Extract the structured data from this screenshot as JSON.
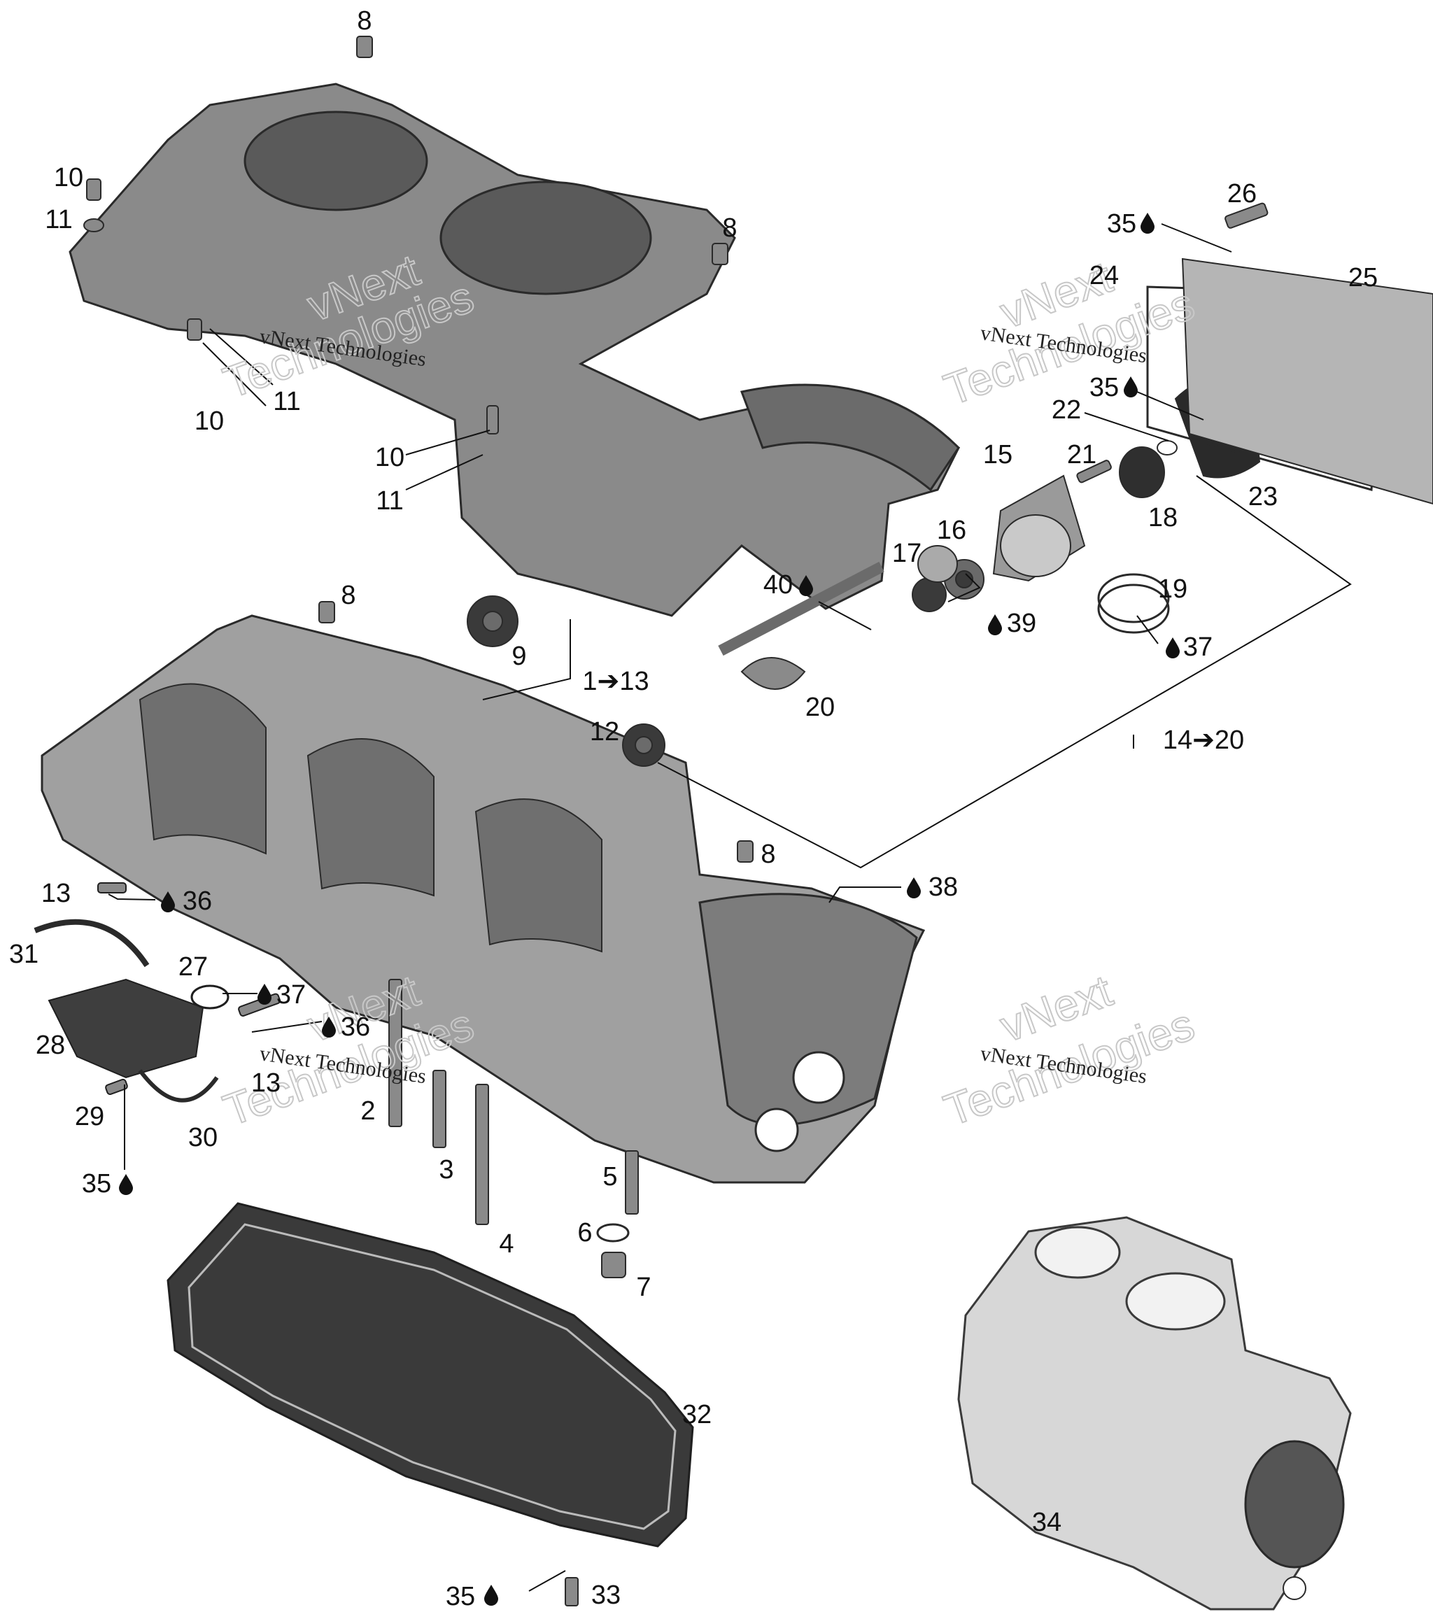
{
  "callouts": [
    {
      "id": "c8a",
      "text": "8"
    },
    {
      "id": "c10a",
      "text": "10"
    },
    {
      "id": "c11a",
      "text": "11"
    },
    {
      "id": "c8b",
      "text": "8"
    },
    {
      "id": "c10b",
      "text": "10"
    },
    {
      "id": "c11b",
      "text": "11"
    },
    {
      "id": "c10c",
      "text": "10"
    },
    {
      "id": "c11c",
      "text": "11"
    },
    {
      "id": "c26",
      "text": "26"
    },
    {
      "id": "c35a",
      "text": "35"
    },
    {
      "id": "c24",
      "text": "24"
    },
    {
      "id": "c25",
      "text": "25"
    },
    {
      "id": "c35b",
      "text": "35"
    },
    {
      "id": "c22",
      "text": "22"
    },
    {
      "id": "c15",
      "text": "15"
    },
    {
      "id": "c21",
      "text": "21"
    },
    {
      "id": "c23",
      "text": "23"
    },
    {
      "id": "c18",
      "text": "18"
    },
    {
      "id": "c16",
      "text": "16"
    },
    {
      "id": "c17",
      "text": "17"
    },
    {
      "id": "c40",
      "text": "40"
    },
    {
      "id": "c19",
      "text": "19"
    },
    {
      "id": "c39",
      "text": "39"
    },
    {
      "id": "c37a",
      "text": "37"
    },
    {
      "id": "c8c",
      "text": "8"
    },
    {
      "id": "c9",
      "text": "9"
    },
    {
      "id": "c1to13",
      "text": "1➔13"
    },
    {
      "id": "c20",
      "text": "20"
    },
    {
      "id": "c12",
      "text": "12"
    },
    {
      "id": "c14to20",
      "text": "14➔20"
    },
    {
      "id": "c8d",
      "text": "8"
    },
    {
      "id": "c13a",
      "text": "13"
    },
    {
      "id": "c36a",
      "text": "36"
    },
    {
      "id": "c38",
      "text": "38"
    },
    {
      "id": "c31",
      "text": "31"
    },
    {
      "id": "c27",
      "text": "27"
    },
    {
      "id": "c37b",
      "text": "37"
    },
    {
      "id": "c36b",
      "text": "36"
    },
    {
      "id": "c28",
      "text": "28"
    },
    {
      "id": "c13b",
      "text": "13"
    },
    {
      "id": "c2",
      "text": "2"
    },
    {
      "id": "c29",
      "text": "29"
    },
    {
      "id": "c30",
      "text": "30"
    },
    {
      "id": "c3",
      "text": "3"
    },
    {
      "id": "c35c",
      "text": "35"
    },
    {
      "id": "c5",
      "text": "5"
    },
    {
      "id": "c4",
      "text": "4"
    },
    {
      "id": "c6",
      "text": "6"
    },
    {
      "id": "c7",
      "text": "7"
    },
    {
      "id": "c32",
      "text": "32"
    },
    {
      "id": "c34",
      "text": "34"
    },
    {
      "id": "c35d",
      "text": "35"
    },
    {
      "id": "c33",
      "text": "33"
    }
  ],
  "watermark": {
    "brand": "vNext",
    "word": "Technologies",
    "line": "vNext Technologies"
  }
}
